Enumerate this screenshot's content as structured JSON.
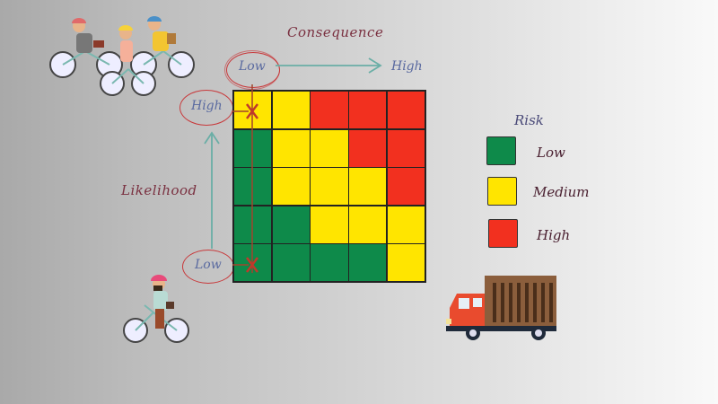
{
  "slide": {
    "consequence_title": "Consequence",
    "likelihood_title": "Likelihood"
  },
  "axes": {
    "consequence": {
      "low_label": "Low",
      "high_label": "High"
    },
    "likelihood": {
      "low_label": "Low",
      "high_label": "High"
    }
  },
  "colors": {
    "low": "#0e8a4a",
    "medium": "#ffe500",
    "high": "#f2301f",
    "grid_line": "#222222",
    "arrow": "#6aaea6",
    "circle": "#c8393b",
    "marker": "#c0392b"
  },
  "risk_matrix": {
    "rows_top_to_bottom_likelihood_high_to_low": [
      [
        "medium",
        "medium",
        "high",
        "high",
        "high"
      ],
      [
        "low",
        "medium",
        "medium",
        "high",
        "high"
      ],
      [
        "low",
        "medium",
        "medium",
        "medium",
        "high"
      ],
      [
        "low",
        "low",
        "medium",
        "medium",
        "medium"
      ],
      [
        "low",
        "low",
        "low",
        "low",
        "medium"
      ]
    ],
    "markers": [
      {
        "symbol": "X",
        "row": 0,
        "col": 0
      },
      {
        "symbol": "X",
        "row": 4,
        "col": 0
      }
    ]
  },
  "legend": {
    "title": "Risk",
    "items": [
      {
        "key": "low",
        "label": "Low"
      },
      {
        "key": "medium",
        "label": "Medium"
      },
      {
        "key": "high",
        "label": "High"
      }
    ]
  },
  "illustrations": [
    {
      "name": "cyclists-group",
      "description": "three cyclists riding bicycles"
    },
    {
      "name": "single-cyclist",
      "description": "cyclist with pink helmet"
    },
    {
      "name": "truck",
      "description": "orange truck with brown cargo box"
    }
  ]
}
